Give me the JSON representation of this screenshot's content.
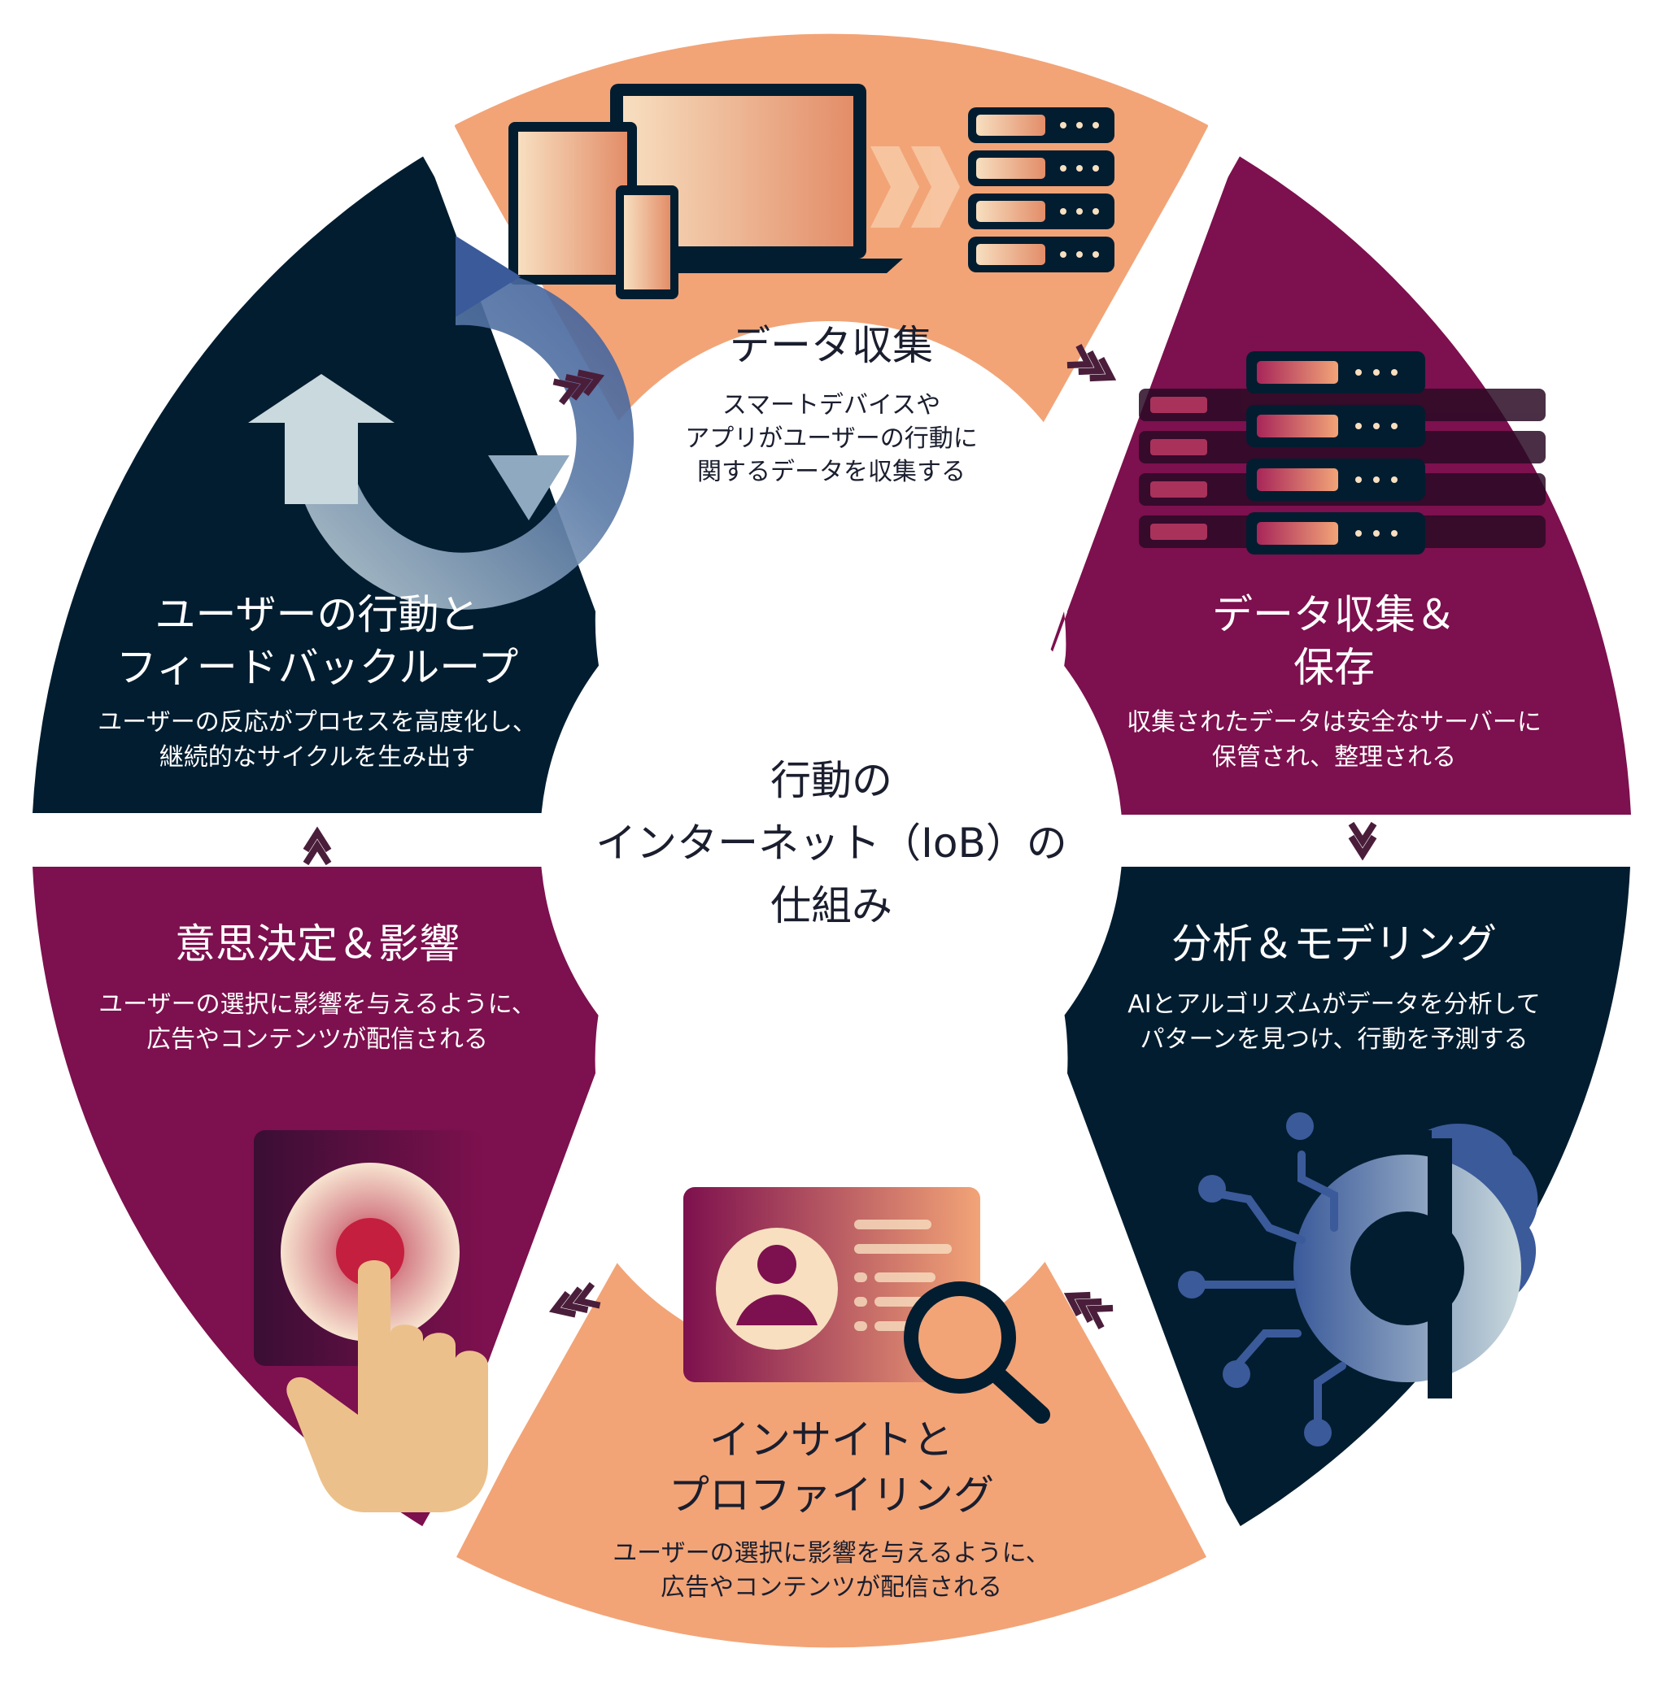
{
  "center": {
    "line1": "行動の",
    "line2": "インターネット（IoB）の",
    "line3": "仕組み"
  },
  "segments": {
    "data_collection": {
      "title": "データ収集",
      "desc_line1": "スマートデバイスや",
      "desc_line2": "アプリがユーザーの行動に",
      "desc_line3": "関するデータを収集する",
      "color": "#f2a477"
    },
    "storage": {
      "title_line1": "データ収集＆",
      "title_line2": "保存",
      "desc_line1": "収集されたデータは安全なサーバーに",
      "desc_line2": "保管され、整理される",
      "color": "#7d104e"
    },
    "analysis": {
      "title": "分析＆モデリング",
      "desc_line1": "AIとアルゴリズムがデータを分析して",
      "desc_line2": "パターンを見つけ、行動を予測する",
      "color": "#021d30"
    },
    "insight": {
      "title_line1": "インサイトと",
      "title_line2": "プロファイリング",
      "desc_line1": "ユーザーの選択に影響を与えるように、",
      "desc_line2": "広告やコンテンツが配信される",
      "color": "#f2a477"
    },
    "decision": {
      "title": "意思決定＆影響",
      "desc_line1": "ユーザーの選択に影響を与えるように、",
      "desc_line2": "広告やコンテンツが配信される",
      "color": "#7d104e"
    },
    "feedback": {
      "title_line1": "ユーザーの行動と",
      "title_line2": "フィードバックループ",
      "desc_line1": "ユーザーの反応がプロセスを高度化し、",
      "desc_line2": "継続的なサイクルを生み出す",
      "color": "#021d30"
    }
  },
  "colors": {
    "peach": "#f2a477",
    "plum": "#7d104e",
    "navy": "#021d30",
    "arrow_dark": "#4a1e3a",
    "cream": "#f7dfc0",
    "slate_blue": "#3b5a9a"
  },
  "icons": {
    "data_collection": [
      "laptop-icon",
      "tablet-icon",
      "phone-icon",
      "server-rack-icon"
    ],
    "storage": [
      "server-rack-icon"
    ],
    "analysis": [
      "gear-icon",
      "brain-icon",
      "circuit-icon"
    ],
    "insight": [
      "profile-card-icon",
      "magnifier-icon"
    ],
    "decision": [
      "push-button-icon",
      "pointing-hand-icon"
    ],
    "feedback": [
      "cycle-arrows-icon"
    ]
  }
}
